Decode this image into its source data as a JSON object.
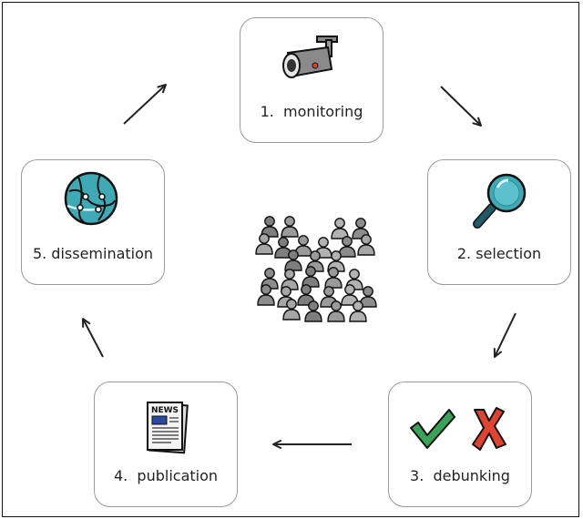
{
  "steps": [
    {
      "number": "1.",
      "label": "monitoring",
      "display": "1.  monitoring",
      "icon": "security-camera-icon"
    },
    {
      "number": "2.",
      "label": "selection",
      "display": "2. selection",
      "icon": "magnifying-glass-icon"
    },
    {
      "number": "3.",
      "label": "debunking",
      "display": "3.  debunking",
      "icon": "check-and-cross-icon"
    },
    {
      "number": "4.",
      "label": "publication",
      "display": "4.  publication",
      "icon": "newspaper-icon"
    },
    {
      "number": "5.",
      "label": "dissemination",
      "display": "5. dissemination",
      "icon": "network-globe-icon"
    }
  ],
  "center_icon": "crowd-icon",
  "newspaper_text": "NEWS",
  "colors": {
    "teal": "#3fa9b5",
    "dark_teal": "#1f6f7a",
    "green": "#3aa35a",
    "red": "#e0432f",
    "gray": "#8c8c8c",
    "border": "#9a9a9a"
  }
}
